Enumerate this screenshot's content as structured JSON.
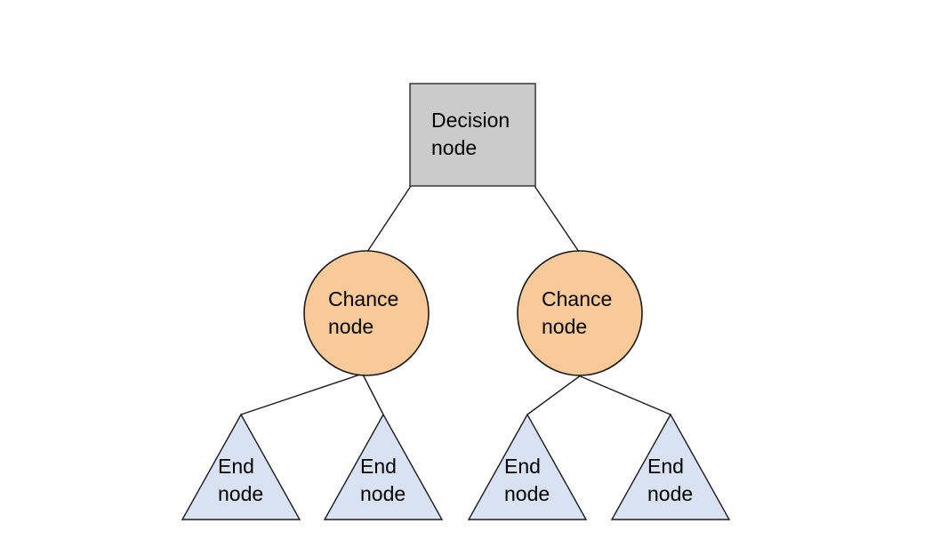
{
  "diagram": {
    "type": "decision-tree",
    "background": "#ffffff",
    "colors": {
      "decision_fill": "#cbcbcb",
      "decision_stroke": "#404040",
      "chance_fill": "#f8ca9a",
      "end_fill": "#d9e2f3",
      "shape_stroke": "#1a1a1a",
      "edge_stroke": "#1a1a1a",
      "text": "#000000"
    },
    "nodes": {
      "decision": {
        "label": "Decision node",
        "shape": "square"
      },
      "chance_left": {
        "label": "Chance node",
        "shape": "circle"
      },
      "chance_right": {
        "label": "Chance node",
        "shape": "circle"
      },
      "end_1": {
        "label": "End node",
        "shape": "triangle"
      },
      "end_2": {
        "label": "End node",
        "shape": "triangle"
      },
      "end_3": {
        "label": "End node",
        "shape": "triangle"
      },
      "end_4": {
        "label": "End node",
        "shape": "triangle"
      }
    },
    "edges": [
      {
        "from": "decision",
        "to": "chance_left"
      },
      {
        "from": "decision",
        "to": "chance_right"
      },
      {
        "from": "chance_left",
        "to": "end_1"
      },
      {
        "from": "chance_left",
        "to": "end_2"
      },
      {
        "from": "chance_right",
        "to": "end_3"
      },
      {
        "from": "chance_right",
        "to": "end_4"
      }
    ]
  }
}
